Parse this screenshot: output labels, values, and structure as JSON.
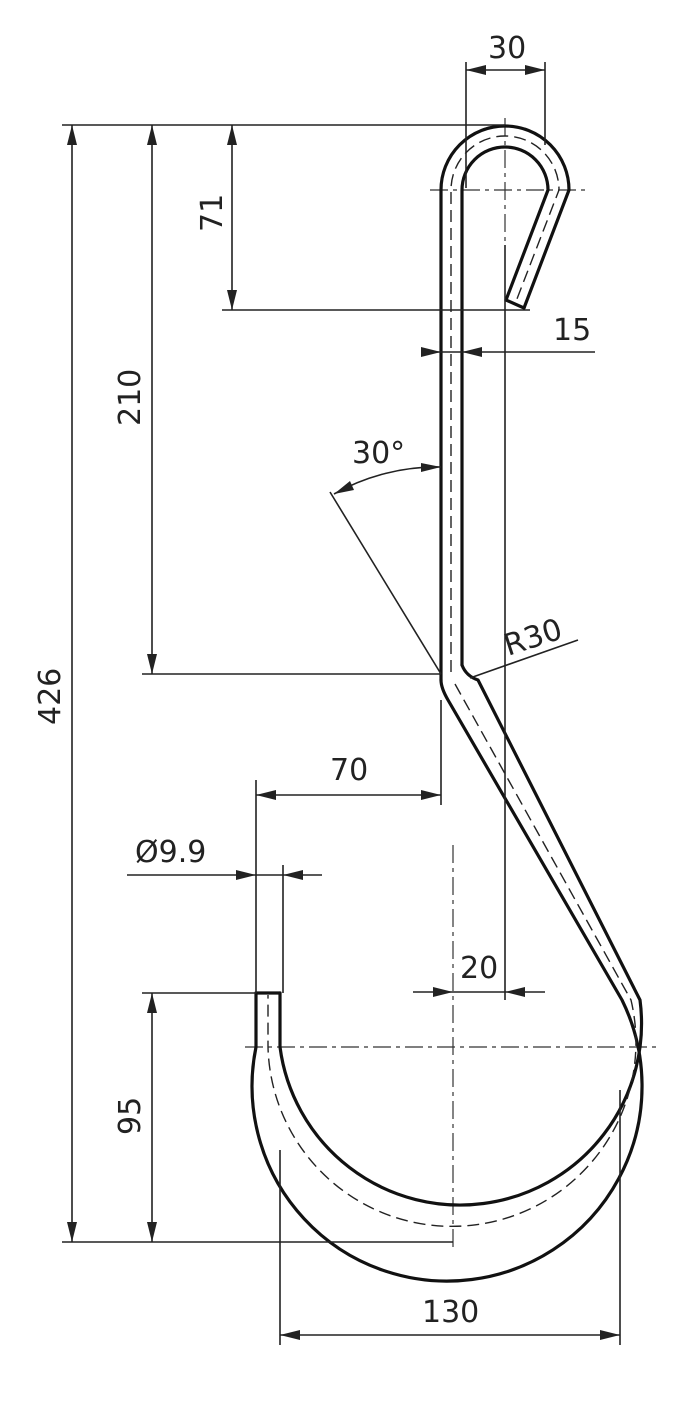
{
  "colors": {
    "line": "#111111",
    "background": "#ffffff"
  },
  "dimensions": {
    "top_width": "30",
    "upper_hook_drop": "71",
    "shank_offset": "15",
    "shank_length": "210",
    "overall_height": "426",
    "bend_angle": "30°",
    "bend_radius": "R30",
    "lower_offset": "70",
    "wire_diameter": "Ø9.9",
    "center_offset": "20",
    "hook_depth": "95",
    "hook_width": "130"
  }
}
